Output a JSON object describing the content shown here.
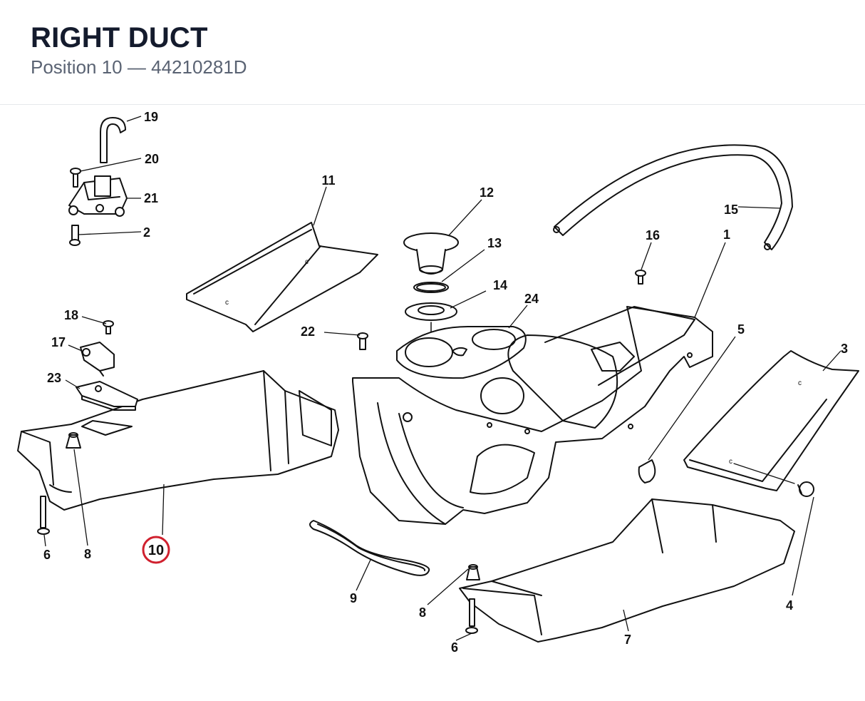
{
  "header": {
    "title": "RIGHT DUCT",
    "position_label": "Position 10",
    "separator": "—",
    "part_number": "44210281D"
  },
  "highlight": {
    "position": "10",
    "color": "#d0202e"
  },
  "callouts": {
    "c1": "1",
    "c2": "2",
    "c3": "3",
    "c4": "4",
    "c5": "5",
    "c6a": "6",
    "c6b": "6",
    "c7": "7",
    "c8a": "8",
    "c8b": "8",
    "c9": "9",
    "c10": "10",
    "c11": "11",
    "c12": "12",
    "c13": "13",
    "c14": "14",
    "c15": "15",
    "c16": "16",
    "c17": "17",
    "c18": "18",
    "c19": "19",
    "c20": "20",
    "c21": "21",
    "c22": "22",
    "c23": "23",
    "c24": "24"
  }
}
